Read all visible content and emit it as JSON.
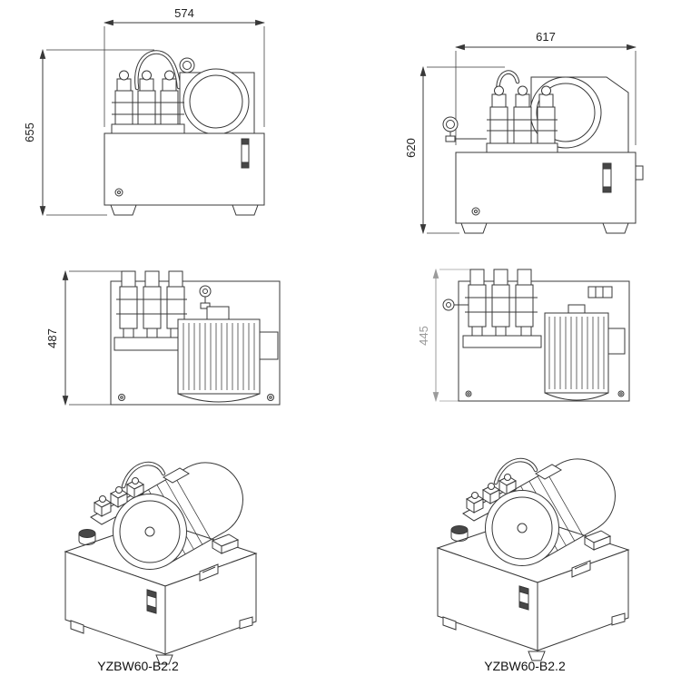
{
  "colors": {
    "line": "#383838",
    "dim_grey": "#9b9b9b",
    "background": "#ffffff"
  },
  "views": {
    "front_left": {
      "width_dim": "574",
      "height_dim": "655"
    },
    "front_right": {
      "width_dim": "617",
      "height_dim": "620"
    },
    "top_left": {
      "depth_dim": "487"
    },
    "top_right": {
      "depth_dim": "445"
    },
    "iso_left": {
      "caption": "YZBW60-B2.2"
    },
    "iso_right": {
      "caption": "YZBW60-B2.2"
    }
  }
}
